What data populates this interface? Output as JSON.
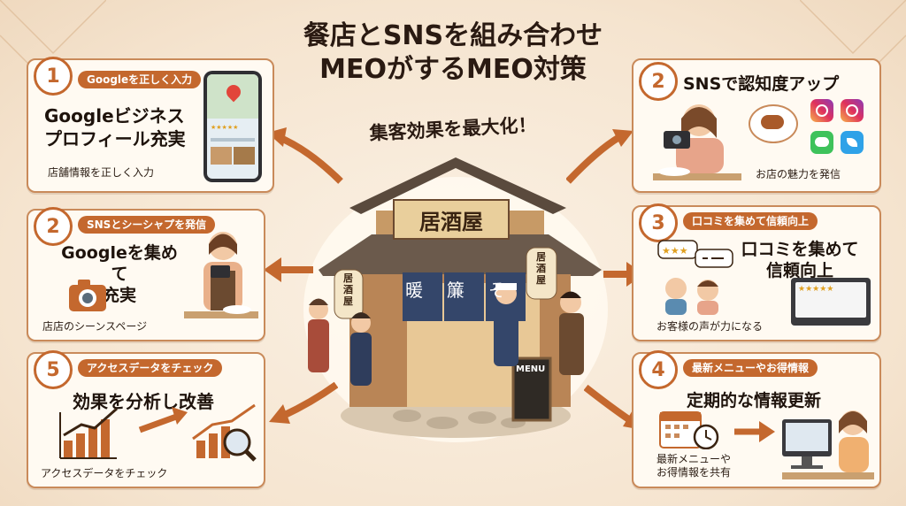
{
  "title": {
    "line1": "餐店とSNSを組み合わせ",
    "line2": "MEOがするMEO対策"
  },
  "subtitle": "集客効果を最大化！",
  "colors": {
    "accent": "#c4682e",
    "card_border": "#c98a5a",
    "background": "#f6e7d3"
  },
  "steps": [
    {
      "number": "1",
      "tag": "Googleを正しく入力",
      "heading": "Googleビジネス\nプロフィール充実",
      "caption": "店舗情報を正しく入力",
      "icon": "smartphone-map-icon"
    },
    {
      "number": "2",
      "tag": "SNSとシーシャプを発信",
      "heading": "Googleを集めて\n充実",
      "caption": "店店のシーンスページ",
      "icon": "camera-icon"
    },
    {
      "number": "5",
      "tag": "アクセスデータをチェック",
      "heading": "効果を分析し改善",
      "caption": "アクセスデータをチェック",
      "icon": "growth-chart-icon"
    },
    {
      "number": "2",
      "tag": "",
      "heading": "SNSで認知度アップ",
      "caption": "お店の魅力を発信",
      "icon": "instagram-icon"
    },
    {
      "number": "3",
      "tag": "口コミを集めて信頼向上",
      "heading": "口コミを集めて\n信頼向上",
      "caption": "お客様の声が力になる",
      "icon": "review-stars-icon"
    },
    {
      "number": "4",
      "tag": "最新メニューやお得情報",
      "heading": "定期的な情報更新",
      "caption": "最新メニューや\nお得情報を共有",
      "icon": "calendar-icon"
    }
  ],
  "phone": {
    "rating": "★★★★★"
  },
  "shop": {
    "signboard": "居酒屋",
    "noren": [
      "暖",
      "簾",
      "そ"
    ],
    "lantern": "居酒屋",
    "menu_board": "MENU"
  }
}
